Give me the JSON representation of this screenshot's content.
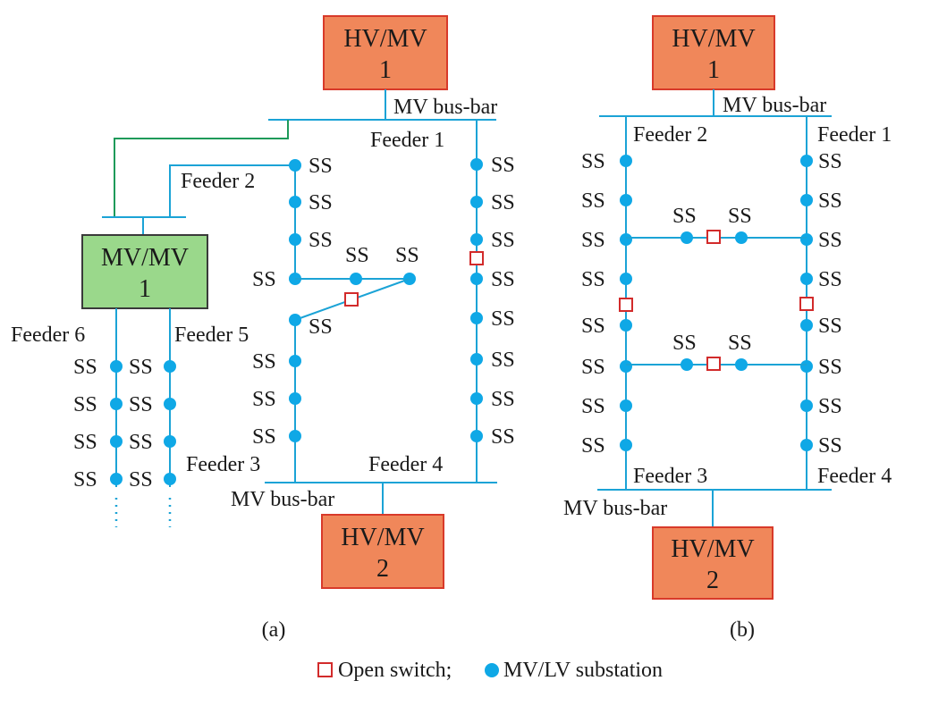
{
  "panel_a": {
    "hv1": {
      "line1": "HV/MV",
      "line2": "1"
    },
    "hv2": {
      "line1": "HV/MV",
      "line2": "2"
    },
    "mvmv": {
      "line1": "MV/MV",
      "line2": "1"
    },
    "busbar_top": "MV bus-bar",
    "busbar_bottom": "MV bus-bar",
    "feeders": {
      "f1": "Feeder 1",
      "f2": "Feeder 2",
      "f3": "Feeder 3",
      "f4": "Feeder 4",
      "f5": "Feeder 5",
      "f6": "Feeder 6"
    },
    "ss": "SS",
    "caption": "(a)"
  },
  "panel_b": {
    "hv1": {
      "line1": "HV/MV",
      "line2": "1"
    },
    "hv2": {
      "line1": "HV/MV",
      "line2": "2"
    },
    "busbar_top": "MV bus-bar",
    "busbar_bottom": "MV bus-bar",
    "feeders": {
      "f1": "Feeder 1",
      "f2": "Feeder 2",
      "f3": "Feeder 3",
      "f4": "Feeder 4"
    },
    "ss": "SS",
    "caption": "(b)"
  },
  "legend": {
    "open_switch": "Open switch;",
    "substation": "MV/LV substation"
  },
  "colors": {
    "wire": "#1ba3d6",
    "tie_line": "#1e9a5a",
    "node": "#0fa8e6",
    "switch": "#d22b2b",
    "hv_box": "#f0875a",
    "mv_box": "#9ad88b"
  }
}
